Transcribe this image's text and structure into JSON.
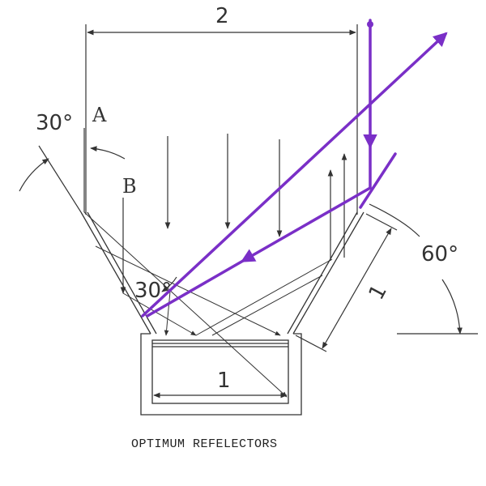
{
  "caption": "OPTIMUM REFELECTORS",
  "labels": {
    "top_width": "2",
    "base_width": "1",
    "side_length": "1",
    "angle_left_top": "30°",
    "angle_bottom": "30°",
    "angle_right": "60°",
    "point_a": "A",
    "point_b": "B"
  },
  "colors": {
    "line": "#333333",
    "ray_highlight": "#7a2fc7"
  }
}
